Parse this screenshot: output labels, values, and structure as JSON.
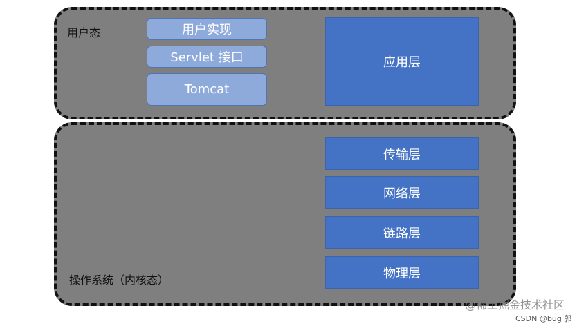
{
  "user_space": {
    "label": "用户态",
    "components": [
      "用户实现",
      "Servlet 接口",
      "Tomcat"
    ],
    "layer": "应用层"
  },
  "kernel": {
    "label": "操作系统（内核态）",
    "layers": [
      "传输层",
      "网络层",
      "链路层",
      "物理层"
    ]
  },
  "watermarks": [
    "@稀土掘金技术社区",
    "CSDN @bug 郭"
  ],
  "colors": {
    "region": "#7f7f7f",
    "component": "#8eaadb",
    "layer": "#4472c4"
  }
}
